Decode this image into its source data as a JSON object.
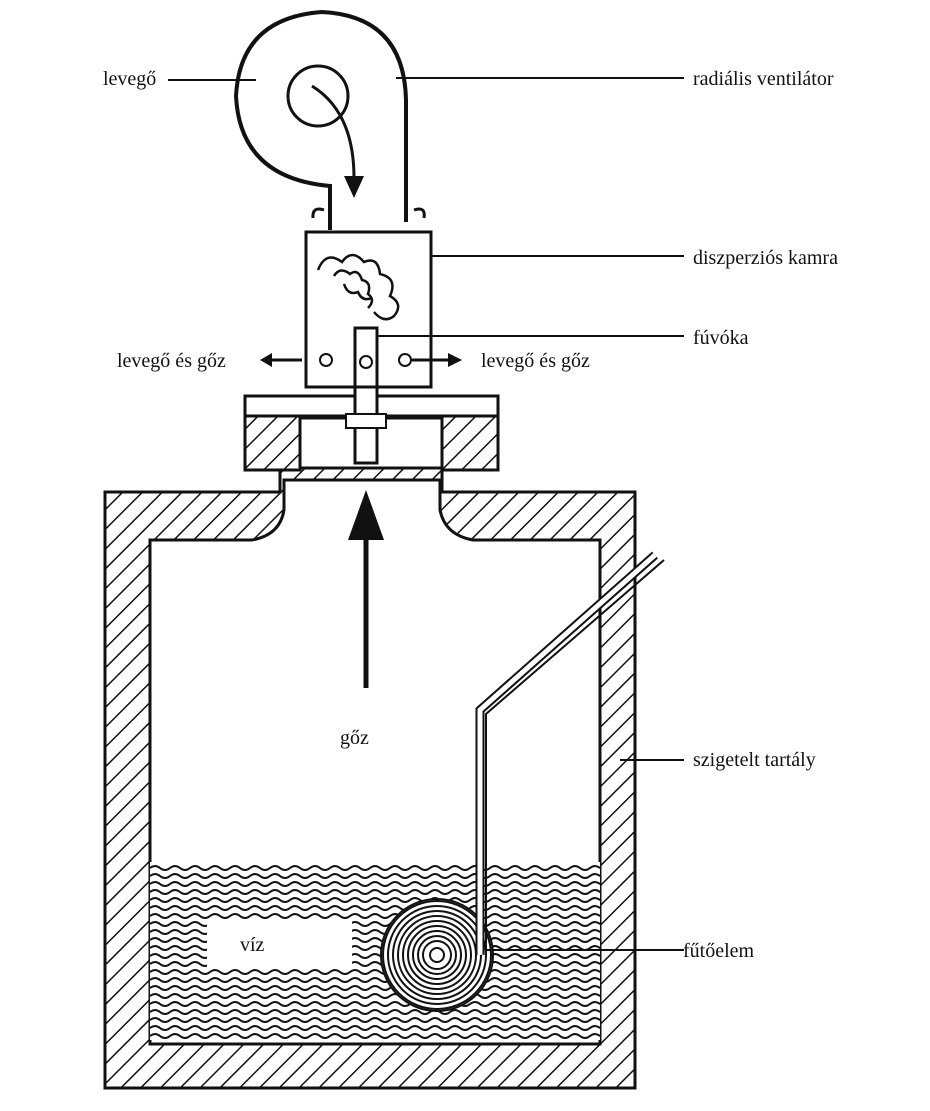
{
  "labels": {
    "air_in": "levegő",
    "fan": "radiális ventilátor",
    "chamber": "diszperziós kamra",
    "nozzle": "fúvóka",
    "outlet_left": "levegő és gőz",
    "outlet_right": "levegő és gőz",
    "steam": "gőz",
    "tank": "szigetelt tartály",
    "water": "víz",
    "heater": "fűtőelem"
  },
  "colors": {
    "ink": "#111111",
    "paper": "#ffffff"
  }
}
